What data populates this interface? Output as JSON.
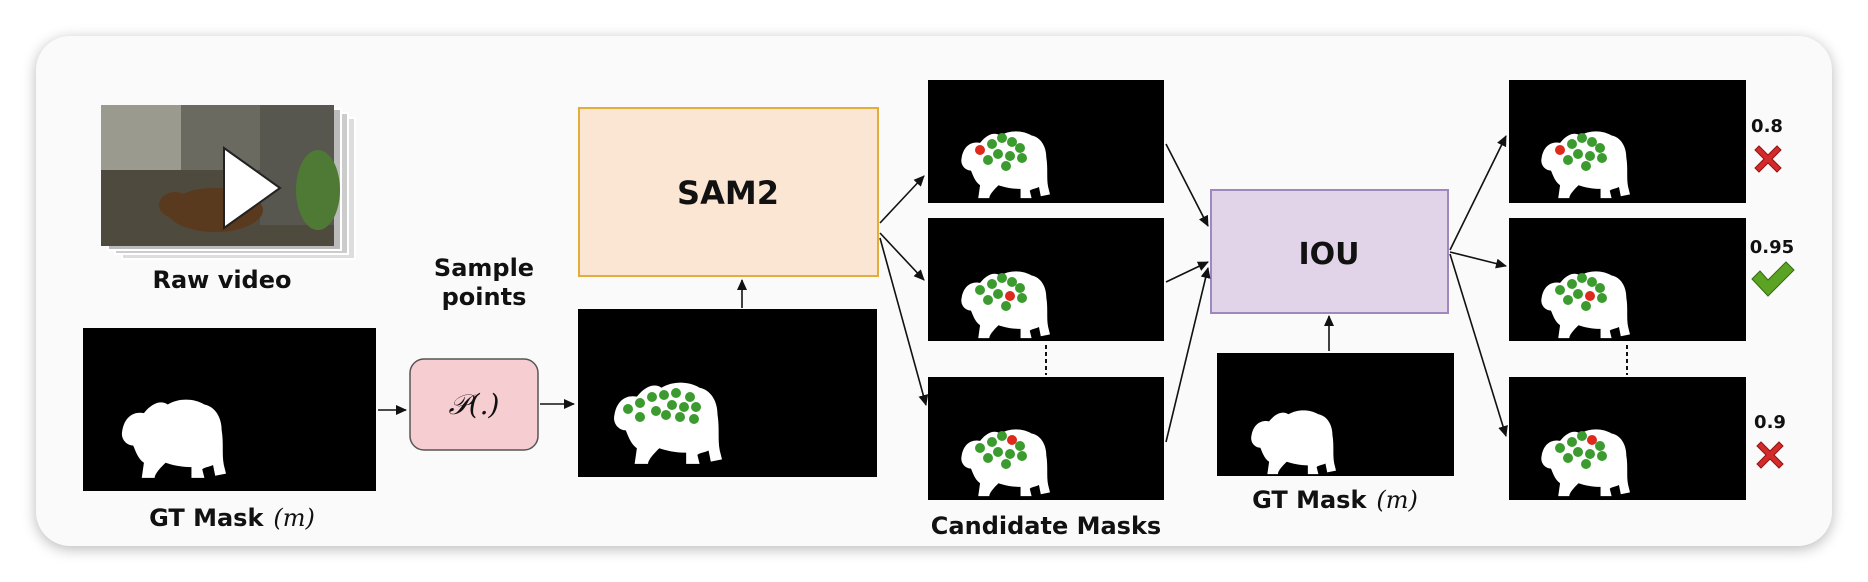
{
  "labels": {
    "raw_video": "Raw video",
    "gt_mask": "GT Mask",
    "gt_mask_symbol": "(m)",
    "sample_points_line1": "Sample",
    "sample_points_line2": "points",
    "sampler": "𝒫(.)",
    "sam2": "SAM2",
    "candidate_masks": "Candidate Masks",
    "iou": "IOU",
    "gt_mask_2": "GT Mask",
    "gt_mask_2_symbol": "(m)"
  },
  "scores": [
    "0.8",
    "0.95",
    "0.9"
  ],
  "score_status": [
    "reject",
    "accept",
    "reject"
  ],
  "colors": {
    "sam2_fill": "#fbe5d3",
    "sam2_border": "#e3ad3b",
    "sampler_fill": "#f6cdd0",
    "sampler_border": "#555555",
    "iou_fill": "#e2d4e8",
    "iou_border": "#9e88be",
    "point_positive": "#3b9b2e",
    "point_negative": "#dd2a1c",
    "accept": "#5aa323",
    "reject": "#d42a2a"
  }
}
